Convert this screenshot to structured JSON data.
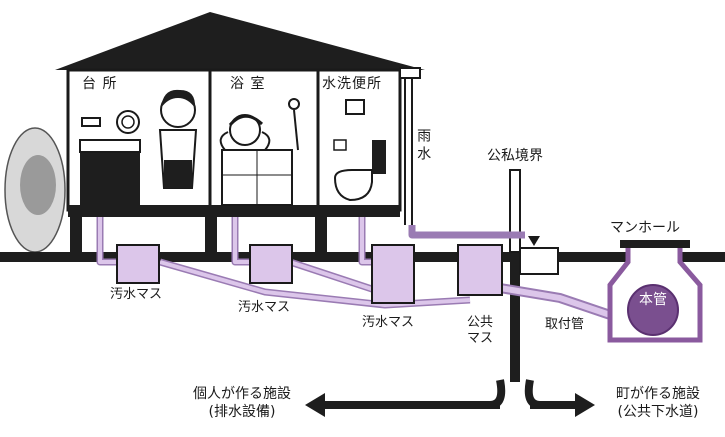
{
  "rooms": {
    "kitchen": "台 所",
    "bath": "浴 室",
    "toilet": "水洗便所"
  },
  "rain": "雨水",
  "boundary": "公私境界",
  "manhole": "マンホール",
  "main_pipe": "本管",
  "drains": [
    "汚水マス",
    "汚水マス",
    "汚水マス"
  ],
  "public_basin": [
    "公共",
    "マス"
  ],
  "connection_pipe": "取付管",
  "private": {
    "line1": "個人が作る施設",
    "line2": "(排水設備)"
  },
  "public": {
    "line1": "町が作る施設",
    "line2": "(公共下水道)"
  },
  "colors": {
    "pipe": "#dcc6ea",
    "pipe_edge": "#9a7bb3",
    "ink": "#1a1a1a",
    "ground": "#1e1e1e"
  }
}
